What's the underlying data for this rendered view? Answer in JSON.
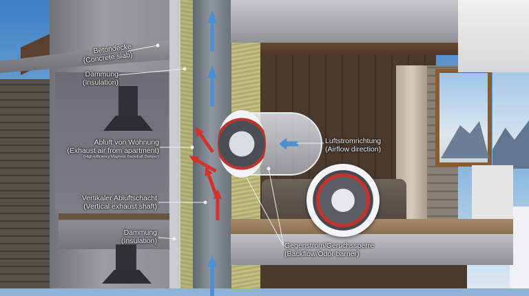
{
  "labels": {
    "concrete_slab": {
      "de": "Betondecke",
      "en": "(Concrete slab)"
    },
    "insulation_top": {
      "de": "Dämmung",
      "en": "(Insulation)"
    },
    "exhaust_air": {
      "de": "Abluft von Wohnung",
      "en": "(Exhaust air from apartment)",
      "note": "(High-Efficiency Magnetic Backdraft Damper)"
    },
    "vertical_shaft": {
      "de": "Vertikaler Abluftschacht",
      "en": "(Vertical exhaust shaft)"
    },
    "insulation_bottom": {
      "de": "Dämmung",
      "en": "(Insulation)"
    },
    "airflow_direction": {
      "de": "Luftstromrichtung",
      "en": "(Airflow direction)"
    },
    "backflow_barrier": {
      "de": "Gegenstrom/Geruchssperre",
      "en": "(Backflow/Odor barrier)"
    }
  },
  "colors": {
    "airflow_up": "#4d8fd3",
    "exhaust_in": "#d5302a",
    "insulation": "#b0ac6e",
    "seal": "#c0342e"
  }
}
